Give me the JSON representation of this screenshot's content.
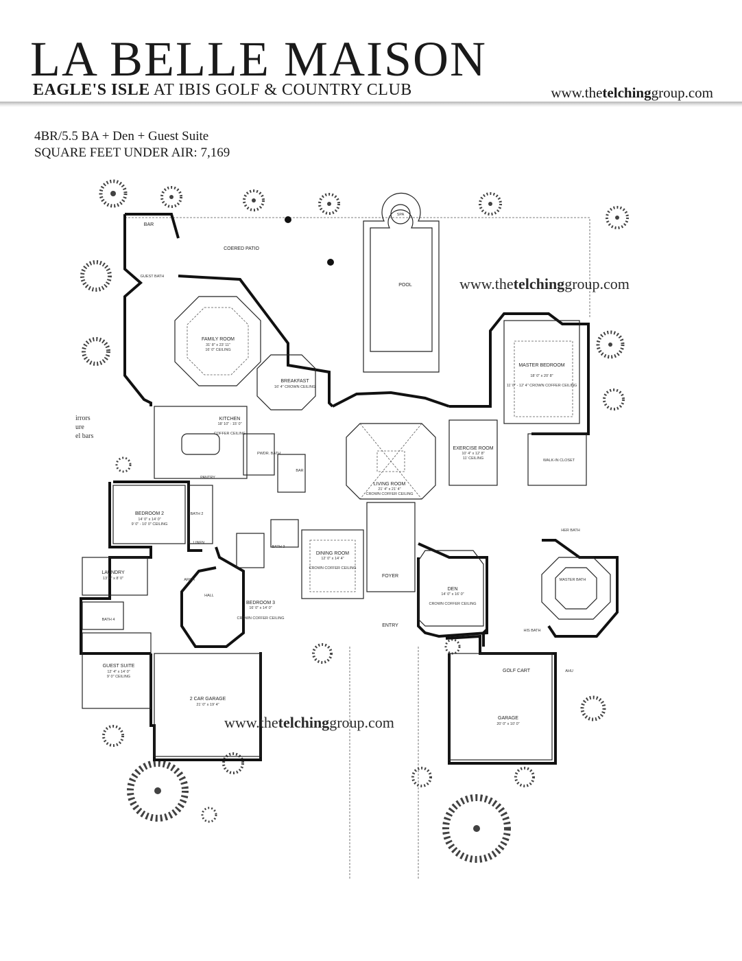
{
  "header": {
    "title": "LA BELLE MAISON",
    "subtitle_bold": "EAGLE'S ISLE",
    "subtitle_rest": " AT IBIS GOLF & COUNTRY CLUB",
    "website_prefix": "www.the",
    "website_bold": "telching",
    "website_suffix": "group.com"
  },
  "specs": {
    "line1": "4BR/5.5 BA + Den + Guest Suite",
    "line2": "SQUARE FEET UNDER AIR: 7,169"
  },
  "side_note": [
    "irrors",
    "ure",
    "el bars"
  ],
  "watermark": {
    "prefix": "www.the",
    "bold": "telching",
    "suffix": "group.com"
  },
  "rooms": {
    "bar": "BAR",
    "covered_patio": "COERED PATIO",
    "spa": "SPA",
    "pool": "POOL",
    "guest_bath": "GUEST\nBATH",
    "family_room": "FAMILY ROOM",
    "family_room_dim": "31' 8\" x 23' 11\"",
    "family_room_ceiling": "16' 0\" CEILING",
    "breakfast": "BREAKFAST",
    "breakfast_ceiling": "16' 4\" CROWN CEILING",
    "master_bedroom": "MASTER BEDROOM",
    "master_bedroom_dim": "18' 0\" x 20' 8\"",
    "master_bedroom_ceiling": "11' 0\" - 12' 4\" CROWN COFFER CEILING",
    "kitchen": "KITCHEN",
    "kitchen_dim": "18' 10\" : 15' 0\"",
    "kitchen_ceiling": "COFFER CEILING",
    "exercise_room": "EXERCISE ROOM",
    "exercise_dim": "10' 4\" x 12' 8\"",
    "exercise_ceiling": "11' CEILING",
    "walk_in_closet": "WALK-IN CLOSET",
    "pwdr_bath": "PWDR. BATH",
    "bar2": "BAR",
    "living_room": "LIVING ROOM",
    "living_room_dim": "21' 4\" x 21' 4\"",
    "living_room_ceiling": "CROWN COFFER CEILING",
    "pantry": "PANTRY",
    "bedroom2": "BEDROOM 2",
    "bedroom2_dim": "14' 0\" x 14' 0\"",
    "bedroom2_ceiling": "9' 0\" - 10' 0\" CEILING",
    "bath2": "BATH 2",
    "linen": "LINEN",
    "bath3": "BATH 3",
    "dining_room": "DINING ROOM",
    "dining_dim": "12' 0\" x 14' 4\"",
    "dining_ceiling": "CROWN COFFER CEILING",
    "her_bath": "HER BATH",
    "laundry": "LAUNDRY",
    "laundry_dim": "13' 4\" x 8' 0\"",
    "arch": "ARCH",
    "hall": "HALL",
    "foyer": "FOYER",
    "den": "DEN",
    "den_dim": "14' 0\" x 16' 0\"",
    "den_ceiling": "CROWN COFFER CEILING",
    "master_bath": "MASTER BATH",
    "bedroom3": "BEDROOM 3",
    "bedroom3_dim": "16' 0\" x 14' 0\"",
    "bedroom3_ceiling": "CROWN COFFER CEILING",
    "bath4": "BATH 4",
    "entry": "ENTRY",
    "his_bath": "HIS BATH",
    "guest_suite": "GUEST SUITE",
    "guest_suite_dim": "12' 4\" x 14' 0\"",
    "guest_suite_ceiling": "9' 0\" CEILING",
    "golf_cart": "GOLF CART",
    "ahu": "AHU",
    "garage2": "2 CAR GARAGE",
    "garage2_dim": "21' 0\" x 19' 4\"",
    "garage": "GARAGE",
    "garage_dim": "20' 0\" x 10' 0\""
  }
}
